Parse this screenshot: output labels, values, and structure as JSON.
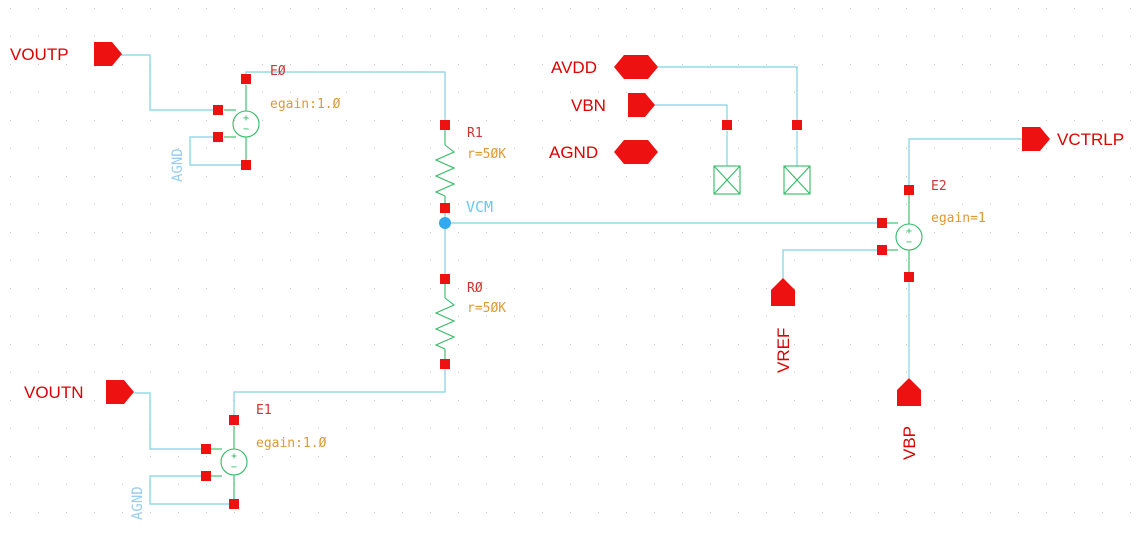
{
  "colors": {
    "wire": "#7fd3e3",
    "pin": "#ee1111",
    "pin_text": "#dd0000",
    "device": "#33bb66",
    "instance_text": "#cc3333",
    "param_text": "#dd9933",
    "net_label": "#66ccee",
    "ground_label": "#99ccee",
    "grid_dot": "#c8c8c8",
    "junction": "#33aaee",
    "background": "#ffffff"
  },
  "pins": {
    "voutp": "VOUTP",
    "voutn": "VOUTN",
    "avdd": "AVDD",
    "vbn": "VBN",
    "agnd": "AGND",
    "vctrlp": "VCTRLP",
    "vref": "VREF",
    "vbp": "VBP"
  },
  "instances": {
    "e0": {
      "name": "EØ",
      "param": "egain:1.Ø",
      "ground": "AGND"
    },
    "e1": {
      "name": "E1",
      "param": "egain:1.Ø",
      "ground": "AGND"
    },
    "e2": {
      "name": "E2",
      "param": "egain=1"
    },
    "r1": {
      "name": "R1",
      "param": "r=5ØK"
    },
    "r0": {
      "name": "RØ",
      "param": "r=5ØK"
    }
  },
  "nets": {
    "vcm": "VCM"
  }
}
